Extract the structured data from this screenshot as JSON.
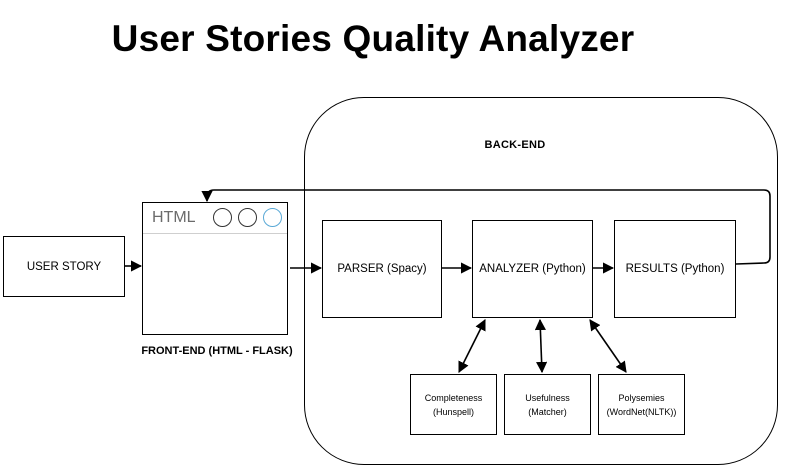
{
  "title": "User Stories Quality Analyzer",
  "backend": {
    "label": "BACK-END"
  },
  "user_story": {
    "label": "USER STORY"
  },
  "frontend": {
    "browser_title": "HTML",
    "label": "FRONT-END (HTML - FLASK)"
  },
  "parser": {
    "label": "PARSER (Spacy)"
  },
  "analyzer": {
    "label": "ANALYZER (Python)"
  },
  "results": {
    "label": "RESULTS (Python)"
  },
  "modules": [
    {
      "name": "Completeness",
      "tool": "(Hunspell)"
    },
    {
      "name": "Usefulness",
      "tool": "(Matcher)"
    },
    {
      "name": "Polysemies",
      "tool": "(WordNet(NLTK))"
    }
  ],
  "colors": {
    "browser_dot_accent": "#5aa9d6",
    "browser_title_text": "#6b6b6b"
  }
}
